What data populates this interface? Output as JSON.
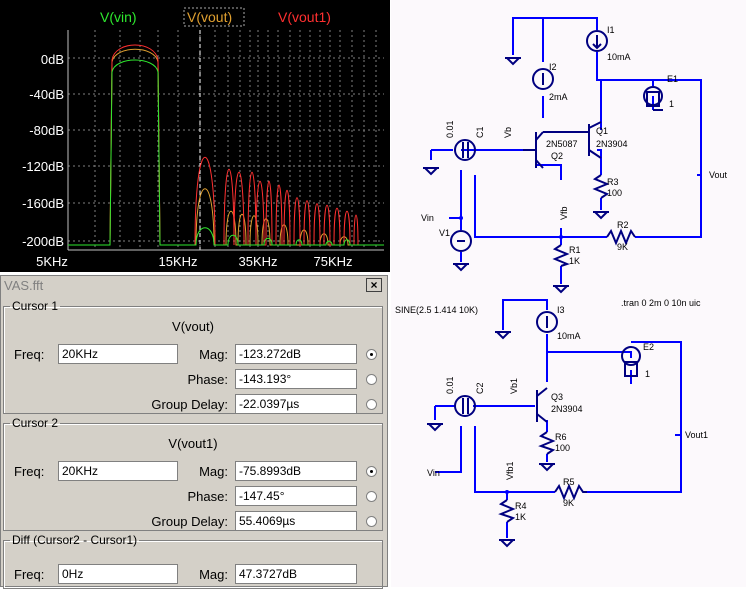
{
  "plot": {
    "legend": [
      {
        "label": "V(vin)",
        "color": "#2ee82e"
      },
      {
        "label": "V(vout)",
        "color": "#e0a030"
      },
      {
        "label": "V(vout1)",
        "color": "#ff3030"
      }
    ],
    "y_ticks": [
      "0dB",
      "-40dB",
      "-80dB",
      "-120dB",
      "-160dB",
      "-200dB"
    ],
    "x_ticks": [
      "5KHz",
      "15KHz",
      "35KHz",
      "75KHz"
    ]
  },
  "chart_data": {
    "type": "line",
    "x_scale": "log",
    "y_unit": "dB",
    "ylim": [
      -200,
      20
    ],
    "series": [
      {
        "name": "V(vin)",
        "color": "#2ee82e"
      },
      {
        "name": "V(vout)",
        "color": "#e0a030"
      },
      {
        "name": "V(vout1)",
        "color": "#ff3030"
      }
    ]
  },
  "fft_window": {
    "title": "VAS.fft",
    "close_label": "×",
    "cursor1": {
      "legend": "Cursor 1",
      "trace": "V(vout)",
      "freq_label": "Freq:",
      "freq": "20KHz",
      "mag_label": "Mag:",
      "mag": "-123.272dB",
      "phase_label": "Phase:",
      "phase": "-143.193°",
      "gd_label": "Group Delay:",
      "gd": "-22.0397µs"
    },
    "cursor2": {
      "legend": "Cursor 2",
      "trace": "V(vout1)",
      "freq_label": "Freq:",
      "freq": "20KHz",
      "mag_label": "Mag:",
      "mag": "-75.8993dB",
      "phase_label": "Phase:",
      "phase": "-147.45°",
      "gd_label": "Group Delay:",
      "gd": "55.4069µs"
    },
    "diff": {
      "legend": "Diff (Cursor2 - Cursor1)",
      "freq_label": "Freq:",
      "freq": "0Hz",
      "mag_label": "Mag:",
      "mag": "47.3727dB"
    }
  },
  "schematic": {
    "labels": {
      "I1": "I1",
      "I1v": "10mA",
      "I2": "I2",
      "I2v": "2mA",
      "E1": "E1",
      "E1v": "1",
      "Q1": "Q1",
      "Q1m": "2N3904",
      "Q2": "Q2",
      "Q2m": "2N5087",
      "C1": "C1",
      "C1v": "0.01",
      "Vb": "Vb",
      "Vfb": "Vfb",
      "R3": "R3",
      "R3v": "100",
      "Vout": "Vout",
      "Vin": "Vin",
      "V1": "V1",
      "R2": "R2",
      "R2v": "9K",
      "R1": "R1",
      "R1v": "1K",
      "sine": "SINE(2.5 1.414 10K)",
      "tran": ".tran 0 2m 0 10n uic",
      "I3": "I3",
      "I3v": "10mA",
      "E2": "E2",
      "E2v": "1",
      "C2": "C2",
      "C2v": "0.01",
      "Vb1": "Vb1",
      "Q3": "Q3",
      "Q3m": "2N3904",
      "R6": "R6",
      "R6v": "100",
      "Vout1": "Vout1",
      "Vin2": "Vin",
      "Vfb1": "Vfb1",
      "R5": "R5",
      "R5v": "9K",
      "R4": "R4",
      "R4v": "1K"
    }
  }
}
